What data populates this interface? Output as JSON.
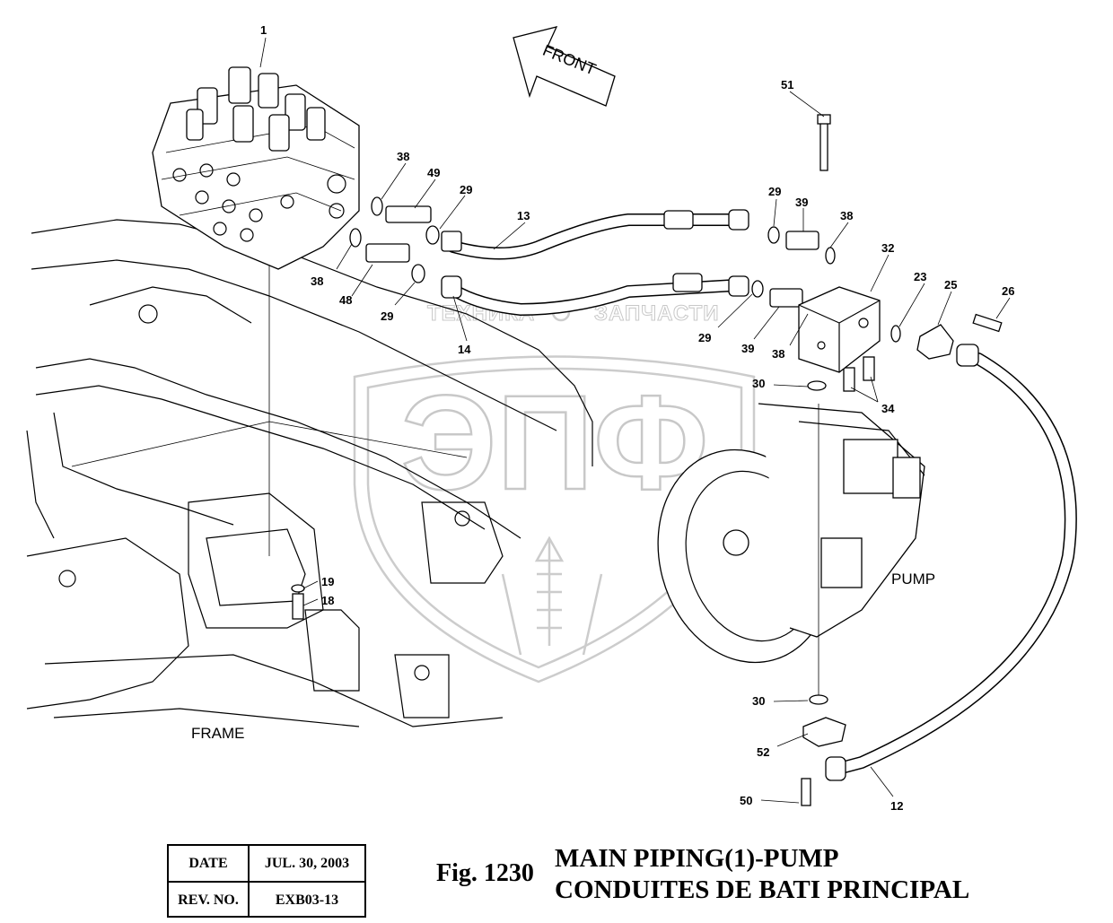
{
  "direction_label": "FRONT",
  "area_labels": {
    "pump": "PUMP",
    "frame": "FRAME"
  },
  "callouts": [
    {
      "id": "c1",
      "text": "1"
    },
    {
      "id": "c51",
      "text": "51"
    },
    {
      "id": "c38a",
      "text": "38"
    },
    {
      "id": "c49",
      "text": "49"
    },
    {
      "id": "c29a",
      "text": "29"
    },
    {
      "id": "c13",
      "text": "13"
    },
    {
      "id": "c29b",
      "text": "29"
    },
    {
      "id": "c39a",
      "text": "39"
    },
    {
      "id": "c38b",
      "text": "38"
    },
    {
      "id": "c32",
      "text": "32"
    },
    {
      "id": "c23",
      "text": "23"
    },
    {
      "id": "c25",
      "text": "25"
    },
    {
      "id": "c26",
      "text": "26"
    },
    {
      "id": "c38c",
      "text": "38"
    },
    {
      "id": "c48",
      "text": "48"
    },
    {
      "id": "c29c",
      "text": "29"
    },
    {
      "id": "c14",
      "text": "14"
    },
    {
      "id": "c29d",
      "text": "29"
    },
    {
      "id": "c39b",
      "text": "39"
    },
    {
      "id": "c38d",
      "text": "38"
    },
    {
      "id": "c30a",
      "text": "30"
    },
    {
      "id": "c34",
      "text": "34"
    },
    {
      "id": "c19",
      "text": "19"
    },
    {
      "id": "c18",
      "text": "18"
    },
    {
      "id": "c30b",
      "text": "30"
    },
    {
      "id": "c52",
      "text": "52"
    },
    {
      "id": "c12",
      "text": "12"
    },
    {
      "id": "c50",
      "text": "50"
    }
  ],
  "watermark": {
    "top_left": "ТЕХНИКА",
    "top_right": "ЗАПЧАСТИ",
    "center": "ЭПФ"
  },
  "info_table": {
    "date_label": "DATE",
    "date_value": "JUL. 30, 2003",
    "rev_label": "REV. NO.",
    "rev_value": "EXB03-13"
  },
  "figure": {
    "number": "Fig. 1230",
    "title_line1": "MAIN PIPING(1)-PUMP",
    "title_line2": "CONDUITES DE BATI PRINCIPAL"
  }
}
